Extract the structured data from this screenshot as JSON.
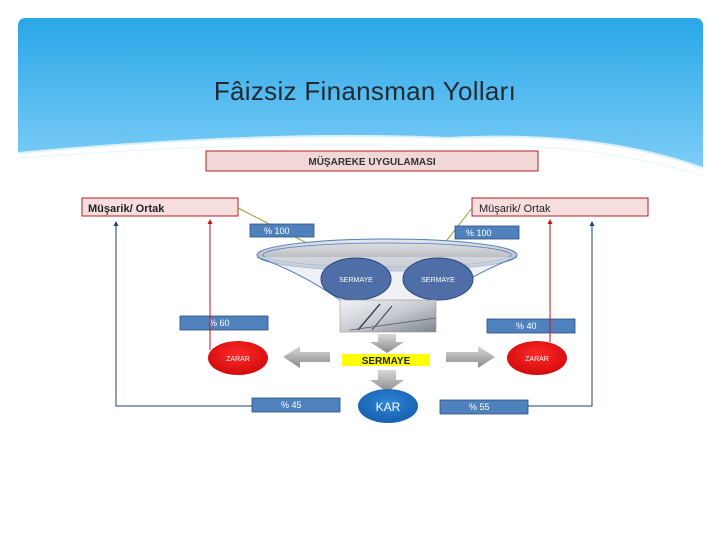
{
  "slide": {
    "title": "Fâizsiz Finansman Yolları"
  },
  "diagram": {
    "heading": "MÜŞAREKE UYGULAMASI",
    "partner_left": "Müşarik/ Ortak",
    "partner_right": "Müşarik/ Ortak",
    "share_left": "% 100",
    "share_right": "% 100",
    "capital_left": "SERMAYE",
    "capital_right": "SERMAYE",
    "loss_left_pct": "% 60",
    "loss_right_pct": "% 40",
    "loss_left": "ZARAR",
    "loss_right": "ZARAR",
    "center_capital": "SERMAYE",
    "profit": "KAR",
    "profit_left_pct": "% 45",
    "profit_right_pct": "% 55",
    "colors": {
      "blue_box": "#4f81bd",
      "red": "#e8161a",
      "arrow": "#1f3f7a",
      "kar_blue": "#1f6fc0",
      "sermaye_yellow": "#ffff00"
    }
  }
}
